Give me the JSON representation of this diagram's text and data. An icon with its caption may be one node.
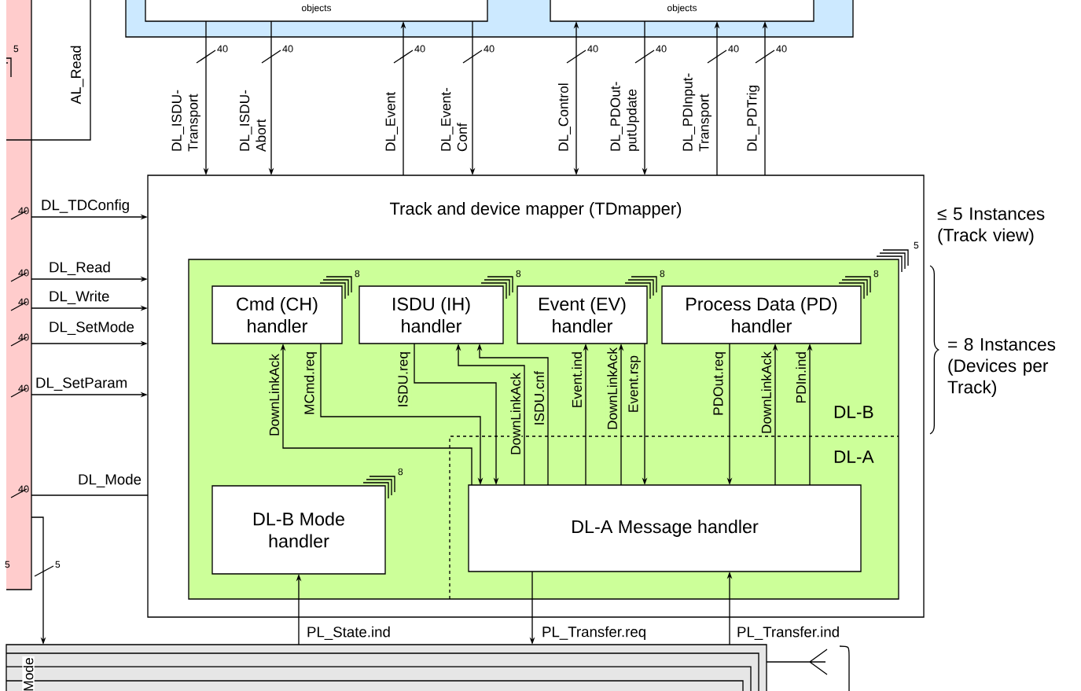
{
  "diagram": {
    "nodes": [
      {
        "text": [],
        "shape": "box"
      },
      {
        "text": [
          "objects"
        ],
        "in": 0
      },
      {
        "text": [
          "objects"
        ],
        "in": 0
      },
      {
        "text": [],
        "shape": "box"
      },
      {
        "text": [],
        "shape": "box"
      },
      {
        "text": [
          "Track and device mapper (TDmapper)"
        ]
      },
      {
        "text": [],
        "shape": "box",
        "in": 5
      },
      {
        "text": [
          "Cmd (CH) handler"
        ],
        "in": 6
      },
      {
        "text": [
          "ISDU (IH) handler"
        ],
        "in": 6
      },
      {
        "text": [
          "Event (EV) handler"
        ],
        "in": 6
      },
      {
        "text": [
          "Process Data (PD) handler"
        ],
        "in": 6
      },
      {
        "text": [
          "DL-B Mode handler"
        ],
        "in": 6
      },
      {
        "text": [
          "DL-A Message handler"
        ],
        "in": 6
      },
      {
        "text": [],
        "shape": "box"
      }
    ],
    "edges": [
      {
        "from": 1,
        "to": 5,
        "arrow": "to",
        "label": "DL_ISDU-Transport"
      },
      {
        "from": 1,
        "to": 5,
        "arrow": "to",
        "label": "DL_ISDU-Abort"
      },
      {
        "from": 5,
        "to": 1,
        "arrow": "to",
        "label": "DL_Event"
      },
      {
        "from": 1,
        "to": 5,
        "arrow": "to",
        "label": "DL_Event-Conf"
      },
      {
        "from": 2,
        "to": 5,
        "arrow": "both",
        "label": "DL_Control"
      },
      {
        "from": 2,
        "to": 5,
        "arrow": "to",
        "label": "DL_PDOut-putUpdate"
      },
      {
        "from": 5,
        "to": 2,
        "arrow": "to",
        "label": "DL_PDInput-Transport"
      },
      {
        "from": 5,
        "to": 2,
        "arrow": "to",
        "label": "DL_PDTrig"
      },
      {
        "from": 3,
        "to": 5,
        "arrow": "to",
        "label": "DL_TDConfig"
      },
      {
        "from": 3,
        "to": 5,
        "arrow": "to",
        "label": "DL_Read"
      },
      {
        "from": 3,
        "to": 5,
        "arrow": "to",
        "label": "DL_Write"
      },
      {
        "from": 3,
        "to": 5,
        "arrow": "to",
        "label": "DL_SetMode"
      },
      {
        "from": 3,
        "to": 5,
        "arrow": "to",
        "label": "DL_SetParam"
      },
      {
        "from": 3,
        "to": 5,
        "arrow": "none",
        "label": "DL_Mode"
      },
      {
        "from": 3,
        "to": 13,
        "arrow": "to"
      },
      {
        "from": 7,
        "to": 12,
        "arrow": "to",
        "label": "MCmd.req"
      },
      {
        "from": 12,
        "to": 7,
        "arrow": "to",
        "label": "DownLinkAck"
      },
      {
        "from": 8,
        "to": 12,
        "arrow": "to",
        "label": "ISDU.req"
      },
      {
        "from": 12,
        "to": 8,
        "arrow": "to",
        "label": "DownLinkAck"
      },
      {
        "from": 12,
        "to": 8,
        "arrow": "to",
        "label": "ISDU.cnf"
      },
      {
        "from": 12,
        "to": 9,
        "arrow": "to",
        "label": "Event.ind"
      },
      {
        "from": 12,
        "to": 9,
        "arrow": "to",
        "label": "DownLinkAck"
      },
      {
        "from": 9,
        "to": 12,
        "arrow": "to",
        "label": "Event.rsp"
      },
      {
        "from": 10,
        "to": 12,
        "arrow": "to",
        "label": "PDOut.req"
      },
      {
        "from": 12,
        "to": 10,
        "arrow": "to",
        "label": "DownLinkAck"
      },
      {
        "from": 12,
        "to": 10,
        "arrow": "to",
        "label": "PDIn.ind"
      },
      {
        "from": 13,
        "to": 11,
        "arrow": "to",
        "label": "PL_State.ind"
      },
      {
        "from": 12,
        "to": 13,
        "arrow": "to",
        "label": "PL_Transfer.req"
      },
      {
        "from": 13,
        "to": 12,
        "arrow": "to",
        "label": "PL_Transfer.ind"
      }
    ],
    "labels": [
      "5",
      "AL_Read",
      "40",
      "40",
      "40",
      "40",
      "40",
      "40",
      "40",
      "40",
      "≤ 5 Instances (Track view)",
      "5",
      "8",
      "8",
      "8",
      "8",
      "= 8 Instances (Devices per Track)",
      "DL-B",
      "DL-A",
      "8",
      "40",
      "40",
      "40",
      "40",
      "40",
      "40",
      "5",
      "5",
      "Mode"
    ]
  }
}
